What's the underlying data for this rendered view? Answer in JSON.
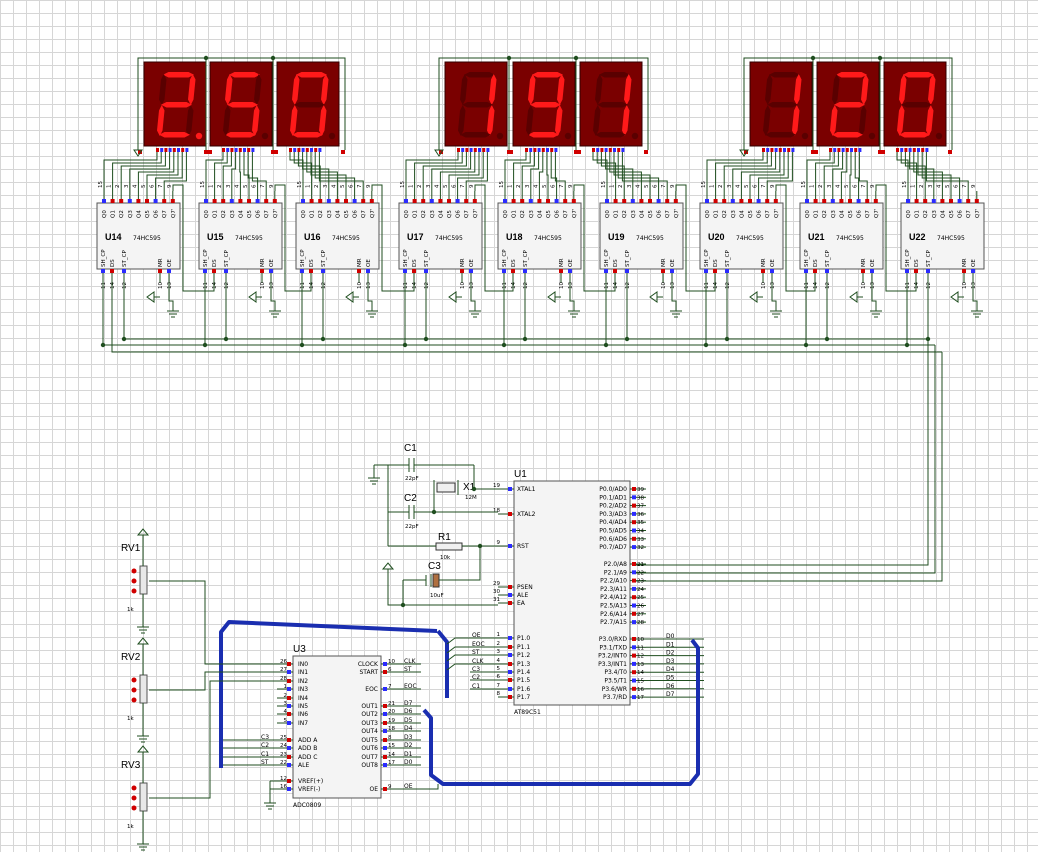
{
  "displays": [
    {
      "ref": "U14",
      "digit": "2",
      "dp": true
    },
    {
      "ref": "U15",
      "digit": "5",
      "dp": false
    },
    {
      "ref": "U16",
      "digit": "0",
      "dp": false
    },
    {
      "ref": "U17",
      "digit": "1",
      "dp": false
    },
    {
      "ref": "U18",
      "digit": "9",
      "dp": false
    },
    {
      "ref": "U19",
      "digit": "1",
      "dp": false
    },
    {
      "ref": "U20",
      "digit": "1",
      "dp": false
    },
    {
      "ref": "U21",
      "digit": "2",
      "dp": false
    },
    {
      "ref": "U22",
      "digit": "0",
      "dp": false
    }
  ],
  "shift_register": {
    "part": "74HC595",
    "top_pins": [
      "15",
      "1",
      "2",
      "3",
      "4",
      "5",
      "6",
      "7",
      "9"
    ],
    "top_labels": [
      "Q0",
      "Q1",
      "Q2",
      "Q3",
      "Q4",
      "Q5",
      "Q6",
      "Q7",
      "Q7'"
    ],
    "bottom_pins": [
      "11",
      "14",
      "12",
      "10",
      "13"
    ],
    "bottom_labels": [
      "SH_CP",
      "DS",
      "ST_CP",
      "MR",
      "OE"
    ]
  },
  "mcu": {
    "ref": "U1",
    "part": "AT89C51",
    "left_pins": [
      {
        "num": "19",
        "name": "XTAL1"
      },
      {
        "num": "18",
        "name": "XTAL2"
      },
      {
        "num": "9",
        "name": "RST"
      },
      {
        "num": "29",
        "name": "PSEN"
      },
      {
        "num": "30",
        "name": "ALE"
      },
      {
        "num": "31",
        "name": "EA"
      },
      {
        "num": "1",
        "name": "P1.0",
        "net": "OE"
      },
      {
        "num": "2",
        "name": "P1.1",
        "net": "EOC"
      },
      {
        "num": "3",
        "name": "P1.2",
        "net": "ST"
      },
      {
        "num": "4",
        "name": "P1.3",
        "net": "CLK"
      },
      {
        "num": "5",
        "name": "P1.4",
        "net": "C3"
      },
      {
        "num": "6",
        "name": "P1.5",
        "net": "C2"
      },
      {
        "num": "7",
        "name": "P1.6",
        "net": "C1"
      },
      {
        "num": "8",
        "name": "P1.7",
        "net": ""
      }
    ],
    "right_pins": [
      {
        "num": "39",
        "name": "P0.0/AD0"
      },
      {
        "num": "38",
        "name": "P0.1/AD1"
      },
      {
        "num": "37",
        "name": "P0.2/AD2"
      },
      {
        "num": "36",
        "name": "P0.3/AD3"
      },
      {
        "num": "35",
        "name": "P0.4/AD4"
      },
      {
        "num": "34",
        "name": "P0.5/AD5"
      },
      {
        "num": "33",
        "name": "P0.6/AD6"
      },
      {
        "num": "32",
        "name": "P0.7/AD7"
      },
      {
        "num": "21",
        "name": "P2.0/A8"
      },
      {
        "num": "22",
        "name": "P2.1/A9"
      },
      {
        "num": "23",
        "name": "P2.2/A10"
      },
      {
        "num": "24",
        "name": "P2.3/A11"
      },
      {
        "num": "25",
        "name": "P2.4/A12"
      },
      {
        "num": "26",
        "name": "P2.5/A13"
      },
      {
        "num": "27",
        "name": "P2.6/A14"
      },
      {
        "num": "28",
        "name": "P2.7/A15"
      },
      {
        "num": "10",
        "name": "P3.0/RXD",
        "net": "D0"
      },
      {
        "num": "11",
        "name": "P3.1/TXD",
        "net": "D1"
      },
      {
        "num": "12",
        "name": "P3.2/INT0",
        "net": "D2"
      },
      {
        "num": "13",
        "name": "P3.3/INT1",
        "net": "D3"
      },
      {
        "num": "14",
        "name": "P3.4/T0",
        "net": "D4"
      },
      {
        "num": "15",
        "name": "P3.5/T1",
        "net": "D5"
      },
      {
        "num": "16",
        "name": "P3.6/WR",
        "net": "D6"
      },
      {
        "num": "17",
        "name": "P3.7/RD",
        "net": "D7"
      }
    ]
  },
  "adc": {
    "ref": "U3",
    "part": "ADC0809",
    "left_pins": [
      {
        "num": "26",
        "name": "IN0"
      },
      {
        "num": "27",
        "name": "IN1"
      },
      {
        "num": "28",
        "name": "IN2"
      },
      {
        "num": "1",
        "name": "IN3"
      },
      {
        "num": "2",
        "name": "IN4"
      },
      {
        "num": "3",
        "name": "IN5"
      },
      {
        "num": "4",
        "name": "IN6"
      },
      {
        "num": "5",
        "name": "IN7"
      },
      {
        "num": "25",
        "name": "ADD A",
        "net": "C3"
      },
      {
        "num": "24",
        "name": "ADD B",
        "net": "C2"
      },
      {
        "num": "23",
        "name": "ADD C",
        "net": "C1"
      },
      {
        "num": "22",
        "name": "ALE",
        "net": "ST"
      },
      {
        "num": "12",
        "name": "VREF(+)"
      },
      {
        "num": "16",
        "name": "VREF(-)"
      }
    ],
    "right_pins": [
      {
        "num": "10",
        "name": "CLOCK",
        "net": "CLK"
      },
      {
        "num": "6",
        "name": "START",
        "net": "ST"
      },
      {
        "num": "7",
        "name": "EOC",
        "net": "EOC"
      },
      {
        "num": "21",
        "name": "OUT1",
        "net": "D7"
      },
      {
        "num": "20",
        "name": "OUT2",
        "net": "D6"
      },
      {
        "num": "19",
        "name": "OUT3",
        "net": "D5"
      },
      {
        "num": "18",
        "name": "OUT4",
        "net": "D4"
      },
      {
        "num": "8",
        "name": "OUT5",
        "net": "D3"
      },
      {
        "num": "15",
        "name": "OUT6",
        "net": "D2"
      },
      {
        "num": "14",
        "name": "OUT7",
        "net": "D1"
      },
      {
        "num": "17",
        "name": "OUT8",
        "net": "D0"
      },
      {
        "num": "9",
        "name": "OE",
        "net": "OE"
      }
    ]
  },
  "passives": {
    "c1": {
      "ref": "C1",
      "value": "22pF"
    },
    "c2": {
      "ref": "C2",
      "value": "22pF"
    },
    "x1": {
      "ref": "X1",
      "value": "12M"
    },
    "r1": {
      "ref": "R1",
      "value": "10k"
    },
    "c3": {
      "ref": "C3",
      "value": "10uF"
    }
  },
  "pots": [
    {
      "ref": "RV1",
      "value": "1k"
    },
    {
      "ref": "RV2",
      "value": "1k"
    },
    {
      "ref": "RV3",
      "value": "1k"
    }
  ],
  "colors": {
    "wire": "#1f4e1f",
    "segment_on": "#ff1a1a",
    "segment_off": "#5a0000",
    "display_bg": "#7a0000",
    "bus": "#1a2eb0",
    "chip_fill": "#f4f4f4",
    "chip_stroke": "#7a3b1e"
  }
}
